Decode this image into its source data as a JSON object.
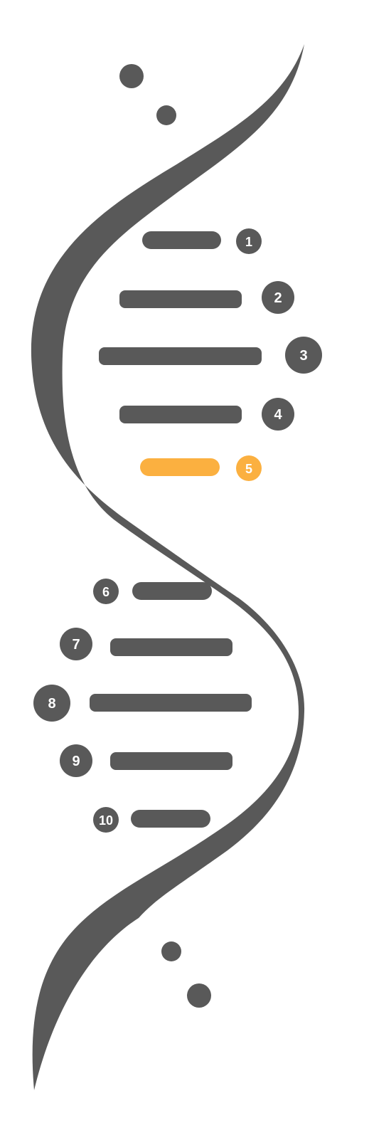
{
  "colors": {
    "primary": "#595959",
    "highlight": "#FBB040",
    "label_text": "#ffffff"
  },
  "steps": [
    {
      "label": "1",
      "highlighted": false
    },
    {
      "label": "2",
      "highlighted": false
    },
    {
      "label": "3",
      "highlighted": false
    },
    {
      "label": "4",
      "highlighted": false
    },
    {
      "label": "5",
      "highlighted": true
    },
    {
      "label": "6",
      "highlighted": false
    },
    {
      "label": "7",
      "highlighted": false
    },
    {
      "label": "8",
      "highlighted": false
    },
    {
      "label": "9",
      "highlighted": false
    },
    {
      "label": "10",
      "highlighted": false
    }
  ]
}
